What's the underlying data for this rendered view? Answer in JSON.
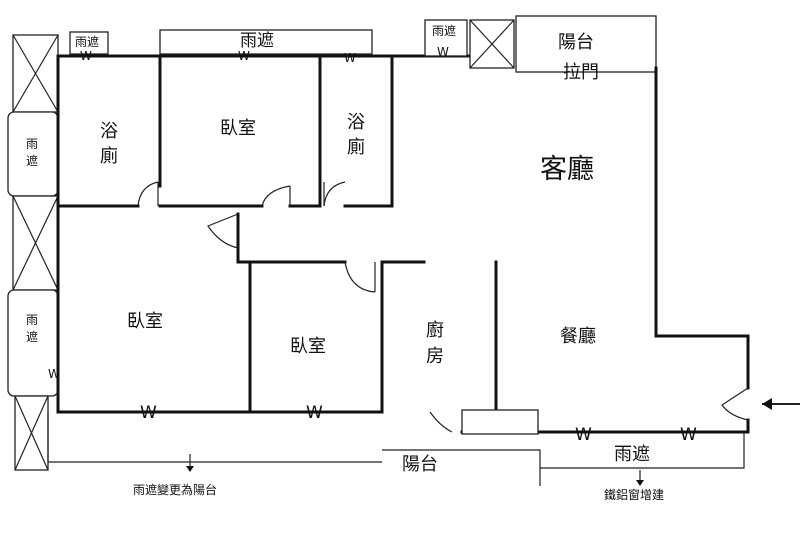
{
  "rooms": {
    "bath_left_l1": "浴",
    "bath_left_l2": "廁",
    "bedroom_top": "臥室",
    "bath_right_l1": "浴",
    "bath_right_l2": "廁",
    "living": "客廳",
    "bedroom_left": "臥室",
    "bedroom_mid": "臥室",
    "kitchen_l1": "廚",
    "kitchen_l2": "房",
    "dining": "餐廳",
    "balcony_door_l1": "陽台",
    "balcony_door_l2": "拉門",
    "balcony_bottom": "陽台"
  },
  "canopies": {
    "top_left": "雨遮",
    "top_mid": "雨遮",
    "top_right": "雨遮",
    "side_upper_l1": "雨",
    "side_upper_l2": "遮",
    "side_lower_l1": "雨",
    "side_lower_l2": "遮",
    "bottom_right": "雨遮"
  },
  "windows": {
    "glyph": "W"
  },
  "notes": {
    "canopy_to_balcony": "雨遮變更為陽台",
    "aluminum_window": "鐵鋁窗增建"
  }
}
